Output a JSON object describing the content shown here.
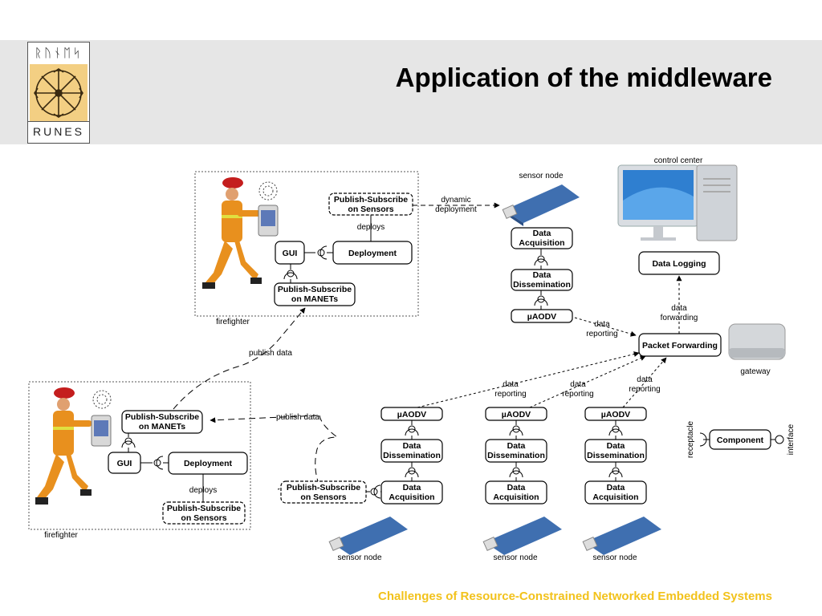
{
  "logo": {
    "top_runes": "ᚱᚢᚾᛖᛋ",
    "bottom_text": "RUNES"
  },
  "title": "Application of the middleware",
  "footer": "Challenges of Resource-Constrained Networked Embedded Systems",
  "components": {
    "ps_sensors_top": [
      "Publish-Subscribe",
      "on Sensors"
    ],
    "gui_top": "GUI",
    "deployment_top": "Deployment",
    "ps_manets_top": [
      "Publish-Subscribe",
      "on MANETs"
    ],
    "data_acq_top": [
      "Data",
      "Acquisition"
    ],
    "data_diss_top": [
      "Data",
      "Dissemination"
    ],
    "uaodv_top": "µAODV",
    "data_logging": "Data Logging",
    "packet_forwarding": "Packet Forwarding",
    "ps_manets_bottom": [
      "Publish-Subscribe",
      "on MANETs"
    ],
    "gui_bottom": "GUI",
    "deployment_bottom": "Deployment",
    "ps_sensors_bottom": [
      "Publish-Subscribe",
      "on Sensors"
    ],
    "ps_sensors_mid": [
      "Publish-Subscribe",
      "on Sensors"
    ],
    "node1": {
      "uaodv": "µAODV",
      "diss": [
        "Data",
        "Dissemination"
      ],
      "acq": [
        "Data",
        "Acquisition"
      ]
    },
    "node2": {
      "uaodv": "µAODV",
      "diss": [
        "Data",
        "Dissemination"
      ],
      "acq": [
        "Data",
        "Acquisition"
      ]
    },
    "node3": {
      "uaodv": "µAODV",
      "diss": [
        "Data",
        "Dissemination"
      ],
      "acq": [
        "Data",
        "Acquisition"
      ]
    },
    "legend_component": "Component"
  },
  "labels": {
    "dynamic_deployment": [
      "dynamic",
      "deployment"
    ],
    "deploys_top": "deploys",
    "deploys_bottom": "deploys",
    "sensor_node": "sensor node",
    "control_center": "control center",
    "gateway": "gateway",
    "firefighter": "firefighter",
    "publish_data": "publish data",
    "data_reporting": [
      "data",
      "reporting"
    ],
    "data_forwarding": [
      "data",
      "forwarding"
    ],
    "receptacle": "receptacle",
    "interface": "interface"
  }
}
